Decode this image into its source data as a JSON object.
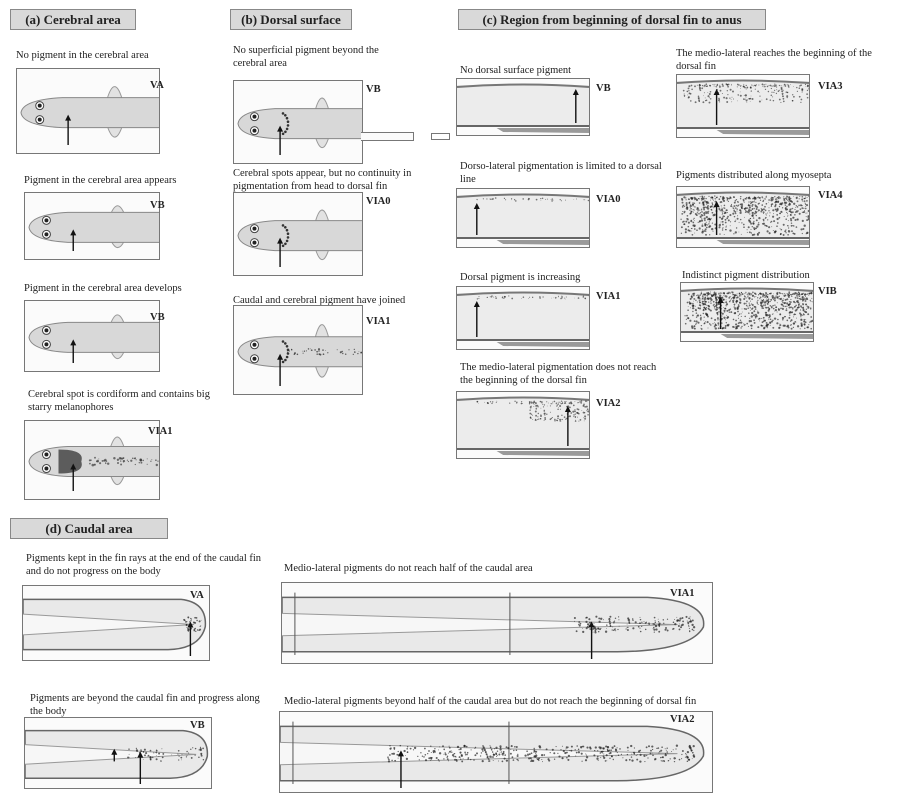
{
  "sections": {
    "a": "(a) Cerebral area",
    "b": "(b) Dorsal surface",
    "c": "(c) Region from beginning of dorsal fin to anus",
    "d": "(d) Caudal area"
  },
  "cerebral": [
    {
      "caption": "No pigment in the cerebral area",
      "tag": "VA"
    },
    {
      "caption": "Pigment in the cerebral area appears",
      "tag": "VB"
    },
    {
      "caption": "Pigment in the cerebral area develops",
      "tag": "VB"
    },
    {
      "caption": "Cerebral spot is cordiform and contains big starry melanophores",
      "tag": "VIA1"
    }
  ],
  "dorsal": [
    {
      "caption": "No superficial pigment beyond the cerebral area",
      "tag": "VB"
    },
    {
      "caption": "Cerebral spots appear, but no continuity in pigmentation from head to dorsal fin",
      "tag": "VIA0"
    },
    {
      "caption": "Caudal and cerebral pigment have joined",
      "tag": "VIA1"
    }
  ],
  "region_left": [
    {
      "caption": "No dorsal surface pigment",
      "tag": "VB"
    },
    {
      "caption": "Dorso-lateral pigmentation is limited to a dorsal line",
      "tag": "VIA0"
    },
    {
      "caption": "Dorsal pigment is increasing",
      "tag": "VIA1"
    },
    {
      "caption": "The medio-lateral pigmentation does not reach the beginning of the dorsal fin",
      "tag": "VIA2"
    }
  ],
  "region_right": [
    {
      "caption": "The medio-lateral reaches the beginning of the dorsal fin",
      "tag": "VIA3"
    },
    {
      "caption": "Pigments distributed along myosepta",
      "tag": "VIA4"
    },
    {
      "caption": "Indistinct pigment distribution",
      "tag": "VIB"
    }
  ],
  "caudal": [
    {
      "caption": "Pigments kept in the fin rays at the end of the caudal fin and do not progress on the body",
      "tag": "VA"
    },
    {
      "caption": "Medio-lateral pigments do not reach half of the caudal area",
      "tag": "VIA1"
    },
    {
      "caption": "Pigments are beyond the caudal fin and progress along the body",
      "tag": "VB"
    },
    {
      "caption": "Medio-lateral pigments beyond half of the caudal area but do not reach the beginning of dorsal fin",
      "tag": "VIA2"
    }
  ]
}
